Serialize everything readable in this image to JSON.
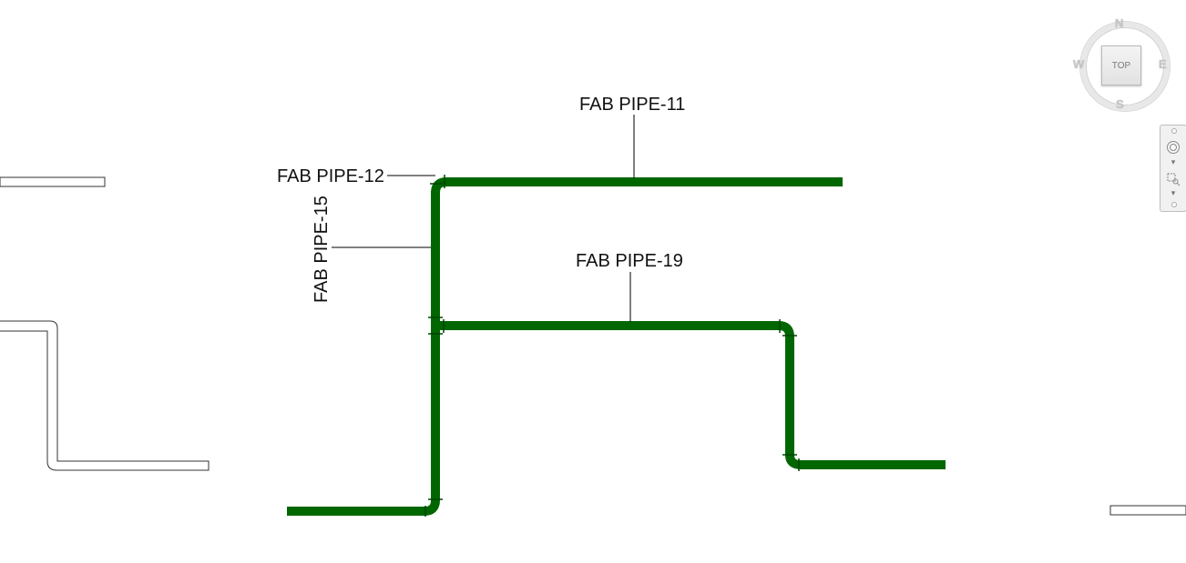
{
  "tags": {
    "pipe11": "FAB PIPE-11",
    "pipe12": "FAB PIPE-12",
    "pipe15": "FAB PIPE-15",
    "pipe19": "FAB PIPE-19"
  },
  "viewcube": {
    "face": "TOP",
    "north": "N",
    "south": "S",
    "east": "E",
    "west": "W"
  },
  "navbar": {
    "items": [
      {
        "icon": "steering-wheel-icon"
      },
      {
        "icon": "zoom-region-icon"
      }
    ]
  },
  "colors": {
    "pipe": "#006600",
    "background": "#ffffff"
  }
}
